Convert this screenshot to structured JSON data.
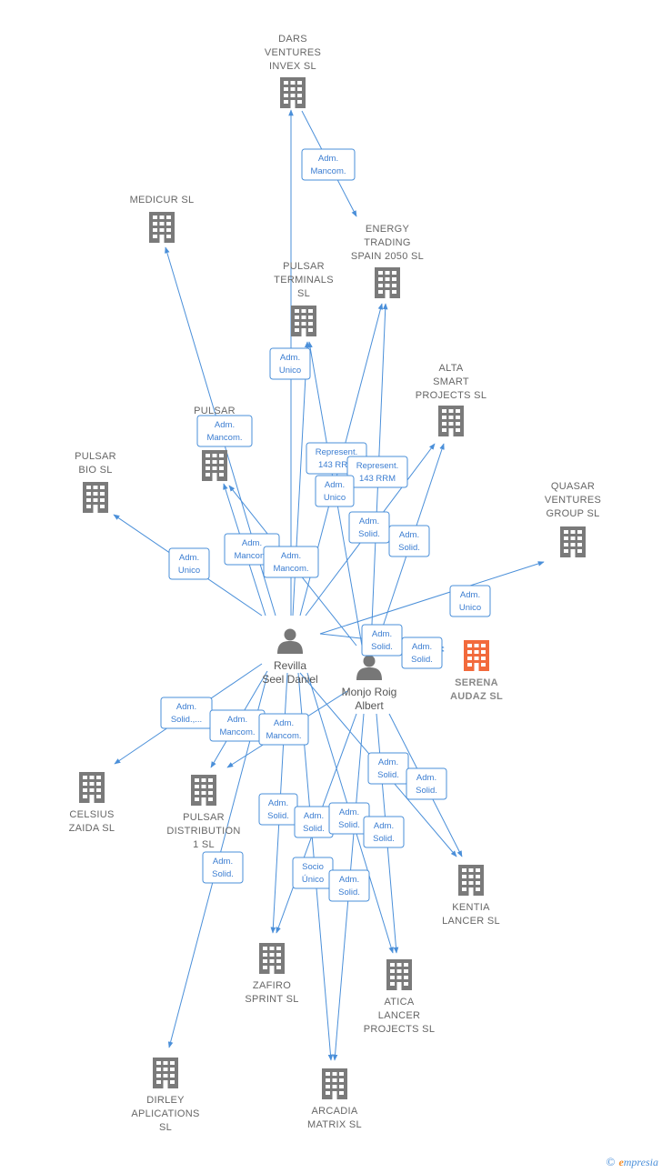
{
  "colors": {
    "edge": "#4a8fd9",
    "company": "#7a7a7a",
    "focus_company": "#f26a3c",
    "person": "#777777"
  },
  "persons": [
    {
      "id": "revilla",
      "lines": [
        "Revilla",
        "Seel Daniel"
      ]
    },
    {
      "id": "monjo",
      "lines": [
        "Monjo Roig",
        "Albert"
      ]
    }
  ],
  "companies": [
    {
      "id": "dars",
      "lines": [
        "DARS",
        "VENTURES",
        "INVEX  SL"
      ]
    },
    {
      "id": "medicur",
      "lines": [
        "MEDICUR SL"
      ]
    },
    {
      "id": "energy",
      "lines": [
        "ENERGY",
        "TRADING",
        "SPAIN 2050  SL"
      ]
    },
    {
      "id": "pterm",
      "lines": [
        "PULSAR",
        "TERMINALS",
        "SL"
      ]
    },
    {
      "id": "alta",
      "lines": [
        "ALTA",
        "SMART",
        "PROJECTS  SL"
      ]
    },
    {
      "id": "pcap",
      "lines": [
        "PULSAR",
        "C",
        "C"
      ]
    },
    {
      "id": "pbio",
      "lines": [
        "PULSAR",
        "BIO  SL"
      ]
    },
    {
      "id": "quasar",
      "lines": [
        "QUASAR",
        "VENTURES",
        "GROUP  SL"
      ]
    },
    {
      "id": "serena",
      "lines": [
        "SERENA",
        "AUDAZ  SL"
      ],
      "focus": true
    },
    {
      "id": "celsius",
      "lines": [
        "CELSIUS",
        "ZAIDA  SL"
      ]
    },
    {
      "id": "pdist",
      "lines": [
        "PULSAR",
        "DISTRIBUTION",
        "1  SL"
      ]
    },
    {
      "id": "kentia",
      "lines": [
        "KENTIA",
        "LANCER  SL"
      ]
    },
    {
      "id": "zafiro",
      "lines": [
        "ZAFIRO",
        "SPRINT  SL"
      ]
    },
    {
      "id": "atica",
      "lines": [
        "ATICA",
        "LANCER",
        "PROJECTS  SL"
      ]
    },
    {
      "id": "dirley",
      "lines": [
        "DIRLEY",
        "APLICATIONS",
        "SL"
      ]
    },
    {
      "id": "arcadia",
      "lines": [
        "ARCADIA",
        "MATRIX  SL"
      ]
    }
  ],
  "relations": [
    {
      "lines": [
        "Adm.",
        "Mancom."
      ]
    },
    {
      "lines": [
        "Adm.",
        "Unico"
      ]
    },
    {
      "lines": [
        "Adm.",
        "Mancom."
      ]
    },
    {
      "lines": [
        "Represent.",
        "143 RRM"
      ]
    },
    {
      "lines": [
        "Represent.",
        "143 RRM"
      ]
    },
    {
      "lines": [
        "Adm.",
        "Unico"
      ]
    },
    {
      "lines": [
        "Adm.",
        "Solid."
      ]
    },
    {
      "lines": [
        "Adm.",
        "Solid."
      ]
    },
    {
      "lines": [
        "Adm.",
        "Unico"
      ]
    },
    {
      "lines": [
        "Adm.",
        "Mancom."
      ]
    },
    {
      "lines": [
        "Adm.",
        "Mancom."
      ]
    },
    {
      "lines": [
        "Adm.",
        "Unico"
      ]
    },
    {
      "lines": [
        "Adm.",
        "Solid."
      ]
    },
    {
      "lines": [
        "Adm.",
        "Solid."
      ]
    },
    {
      "lines": [
        "Adm.",
        "Solid.,..."
      ]
    },
    {
      "lines": [
        "Adm.",
        "Mancom."
      ]
    },
    {
      "lines": [
        "Adm.",
        "Mancom."
      ]
    },
    {
      "lines": [
        "Adm.",
        "Solid."
      ]
    },
    {
      "lines": [
        "Adm.",
        "Solid."
      ]
    },
    {
      "lines": [
        "Adm.",
        "Solid."
      ]
    },
    {
      "lines": [
        "Adm.",
        "Solid."
      ]
    },
    {
      "lines": [
        "Adm.",
        "Solid."
      ]
    },
    {
      "lines": [
        "Adm.",
        "Solid."
      ]
    },
    {
      "lines": [
        "Socio",
        "Único"
      ]
    },
    {
      "lines": [
        "Adm.",
        "Solid."
      ]
    },
    {
      "lines": [
        "Adm.",
        "Solid."
      ]
    }
  ],
  "footer": {
    "copyright": "©",
    "brand_initial": "e",
    "brand_rest": "mpresia"
  }
}
